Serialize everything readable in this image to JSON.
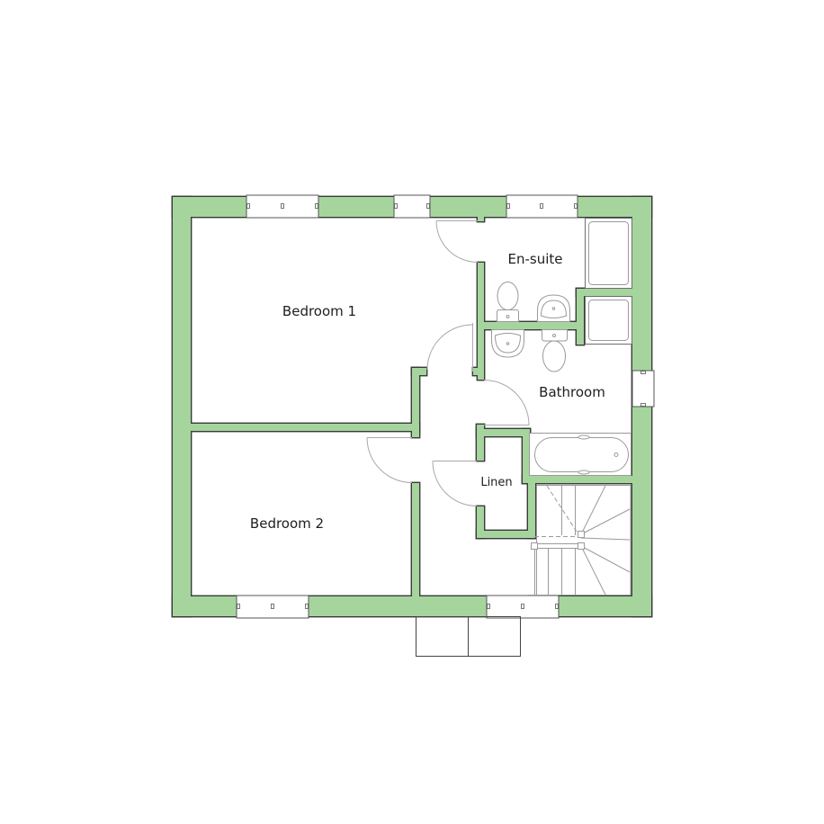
{
  "rooms": [
    {
      "id": "bedroom-1",
      "label": "Bedroom 1"
    },
    {
      "id": "en-suite",
      "label": "En-suite"
    },
    {
      "id": "bathroom",
      "label": "Bathroom"
    },
    {
      "id": "linen",
      "label": "Linen"
    },
    {
      "id": "bedroom-2",
      "label": "Bedroom 2"
    }
  ],
  "fixtures": {
    "en-suite": [
      "shower-tray-icon",
      "toilet-icon",
      "basin-icon"
    ],
    "bathroom": [
      "shower-tray-icon",
      "basin-icon",
      "toilet-icon",
      "bathtub-icon"
    ],
    "landing": [
      "staircase-icon"
    ]
  },
  "counts": {
    "windows": 6,
    "door_swings": 5
  },
  "colors": {
    "wall_fill": "#a5d59d",
    "wall_outline": "#3a3a3a",
    "fixture_line": "#9a9a9a",
    "label_text": "#1e1e1e",
    "background": "#ffffff"
  }
}
